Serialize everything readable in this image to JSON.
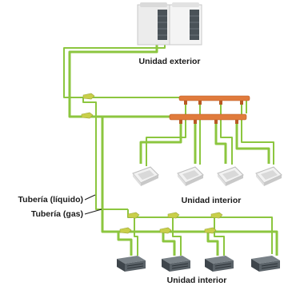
{
  "labels": {
    "outdoor": "Unidad exterior",
    "indoor_cassette": "Unidad interior",
    "indoor_duct": "Unidad interior",
    "pipe_liquid": "Tubería (líquido)",
    "pipe_gas": "Tubería (gas)"
  },
  "colors": {
    "pipe_main": "#7cc242",
    "pipe_thin": "#8cc63f",
    "header": "#e07b3c",
    "header_dark": "#b85a24",
    "branch_joint": "#c9cf4a",
    "unit_body": "#e8e8e8",
    "unit_dark": "#444a50"
  },
  "icons": {
    "outdoor": "outdoor-unit-icon",
    "cassette": "ceiling-cassette-icon",
    "duct": "ducted-indoor-unit-icon",
    "header": "refrigerant-header-icon",
    "joint": "branch-joint-icon"
  }
}
